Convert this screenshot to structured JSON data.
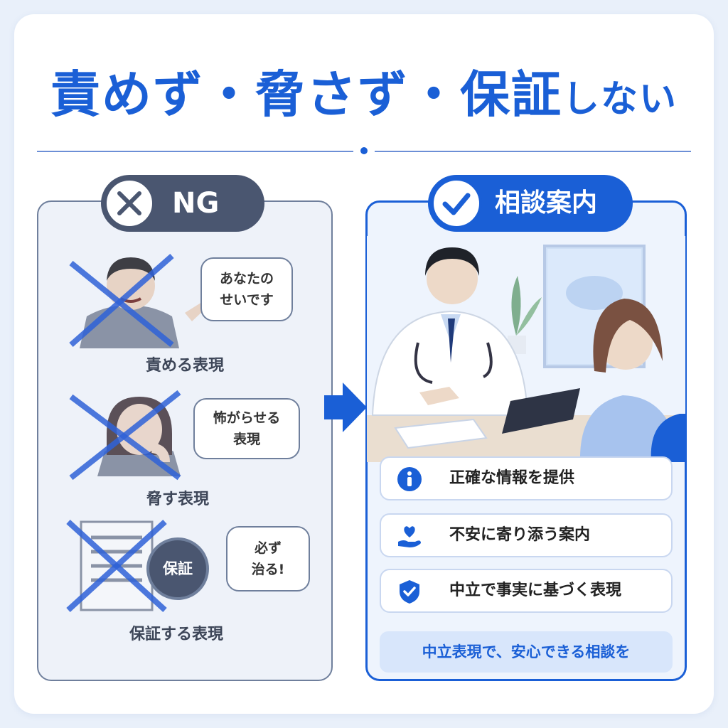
{
  "title": {
    "main": "責めず・脅さず・保証",
    "suffix": "しない"
  },
  "ng": {
    "badge_label": "NG",
    "items": [
      {
        "bubble": "あなたの\nせいです",
        "caption": "責める表現"
      },
      {
        "bubble": "怖がらせる\n表現",
        "caption": "脅す表現"
      },
      {
        "bubble": "必ず\n治る!",
        "caption": "保証する表現",
        "seal": "保証"
      }
    ]
  },
  "ok": {
    "badge_label": "相談案内",
    "features": [
      {
        "icon": "info-icon",
        "text": "正確な情報を提供"
      },
      {
        "icon": "heart-hand-icon",
        "text": "不安に寄り添う案内"
      },
      {
        "icon": "shield-check-icon",
        "text": "中立で事実に基づく表現"
      }
    ],
    "footer": "中立表現で、安心できる相談を"
  },
  "colors": {
    "accent": "#1a5fd6",
    "ng_dark": "#4a5670",
    "panel_bg": "#eef2f9"
  }
}
